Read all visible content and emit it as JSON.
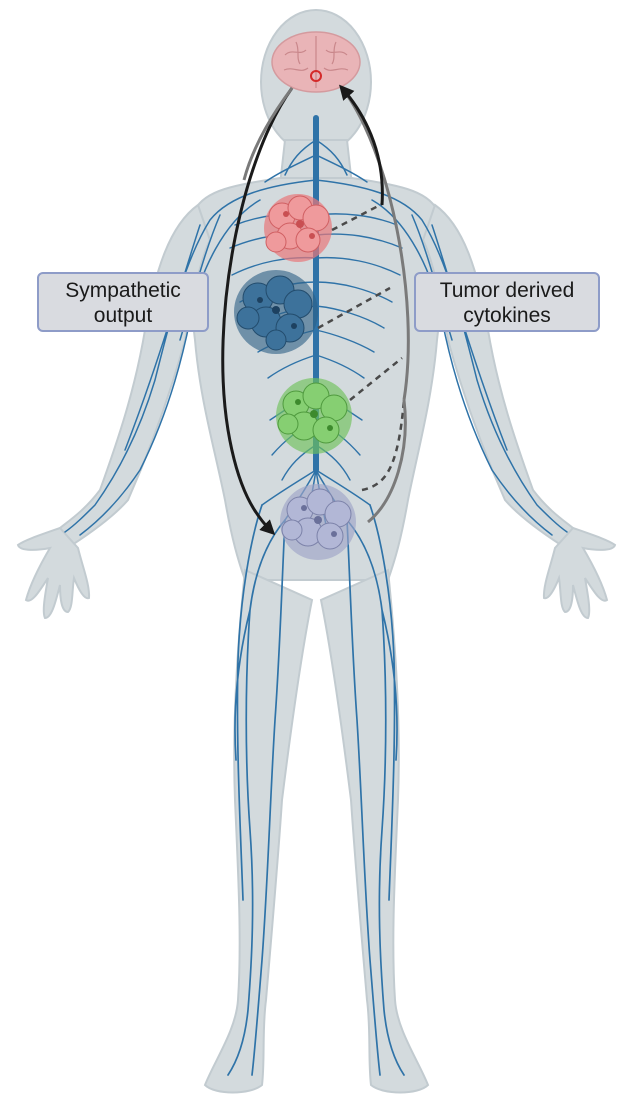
{
  "labels": {
    "sympathetic": {
      "line1": "Sympathetic",
      "line2": "output"
    },
    "cytokines": {
      "line1": "Tumor derived",
      "line2": "cytokines"
    }
  },
  "colors": {
    "body": "#d3dadd",
    "body_outline": "#c2cbd0",
    "nerve": "#2f73a8",
    "brain": "#e9b4b7",
    "hypothalamus": "#d42a2a",
    "tumor_lung": "#e8777a",
    "tumor_liver": "#2d5f86",
    "tumor_intestine": "#6fc15a",
    "tumor_pelvic": "#9ea4c8",
    "arrow_efferent": "#1a1a1a",
    "arrow_afferent": "#7a7a7a",
    "label_fill": "#d9dbe0",
    "label_border": "#8e9cc8"
  },
  "tumors": [
    {
      "id": "lung",
      "color_key": "tumor_lung"
    },
    {
      "id": "liver",
      "color_key": "tumor_liver"
    },
    {
      "id": "intestine",
      "color_key": "tumor_intestine"
    },
    {
      "id": "pelvic",
      "color_key": "tumor_pelvic"
    }
  ]
}
